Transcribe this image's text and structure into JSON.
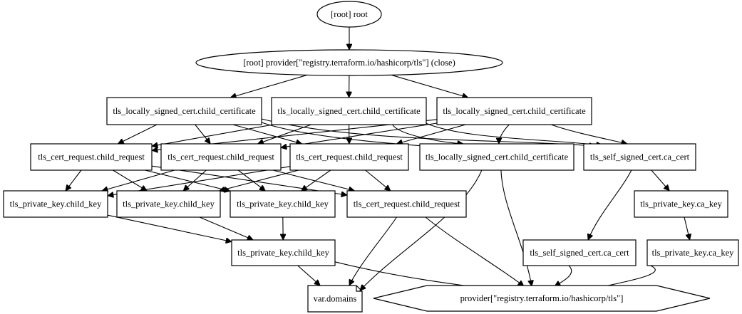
{
  "nodes": {
    "root": "[root] root",
    "provider_close": "[root] provider[\"registry.terraform.io/hashicorp/tls\"] (close)",
    "lsc1": "tls_locally_signed_cert.child_certificate",
    "lsc2": "tls_locally_signed_cert.child_certificate",
    "lsc3": "tls_locally_signed_cert.child_certificate",
    "cr1": "tls_cert_request.child_request",
    "cr2": "tls_cert_request.child_request",
    "cr3": "tls_cert_request.child_request",
    "lsc4": "tls_locally_signed_cert.child_certificate",
    "ca_cert": "tls_self_signed_cert.ca_cert",
    "pk1": "tls_private_key.child_key",
    "pk2": "tls_private_key.child_key",
    "pk3": "tls_private_key.child_key",
    "cr4": "tls_cert_request.child_request",
    "ca_key": "tls_private_key.ca_key",
    "pk4": "tls_private_key.child_key",
    "ca_cert2": "tls_self_signed_cert.ca_cert",
    "ca_key2": "tls_private_key.ca_key",
    "var_domains": "var.domains",
    "provider": "provider[\"registry.terraform.io/hashicorp/tls\"]"
  },
  "edges": [
    [
      "root",
      "provider_close"
    ],
    [
      "provider_close",
      "lsc1"
    ],
    [
      "provider_close",
      "lsc2"
    ],
    [
      "provider_close",
      "lsc3"
    ],
    [
      "lsc1",
      "cr1"
    ],
    [
      "lsc1",
      "cr2"
    ],
    [
      "lsc1",
      "cr3"
    ],
    [
      "lsc1",
      "lsc4"
    ],
    [
      "lsc1",
      "ca_cert"
    ],
    [
      "lsc2",
      "cr1"
    ],
    [
      "lsc2",
      "cr2"
    ],
    [
      "lsc2",
      "cr3"
    ],
    [
      "lsc2",
      "lsc4"
    ],
    [
      "lsc2",
      "ca_cert"
    ],
    [
      "lsc3",
      "cr1"
    ],
    [
      "lsc3",
      "cr2"
    ],
    [
      "lsc3",
      "cr3"
    ],
    [
      "lsc3",
      "lsc4"
    ],
    [
      "lsc3",
      "ca_cert"
    ],
    [
      "cr1",
      "pk1"
    ],
    [
      "cr1",
      "pk2"
    ],
    [
      "cr1",
      "pk3"
    ],
    [
      "cr1",
      "cr4"
    ],
    [
      "cr2",
      "pk1"
    ],
    [
      "cr2",
      "pk2"
    ],
    [
      "cr2",
      "pk3"
    ],
    [
      "cr2",
      "cr4"
    ],
    [
      "cr3",
      "pk1"
    ],
    [
      "cr3",
      "pk2"
    ],
    [
      "cr3",
      "pk3"
    ],
    [
      "cr3",
      "cr4"
    ],
    [
      "lsc4",
      "var_domains"
    ],
    [
      "lsc4",
      "provider"
    ],
    [
      "ca_cert",
      "ca_cert2"
    ],
    [
      "ca_cert",
      "ca_key"
    ],
    [
      "pk1",
      "pk4"
    ],
    [
      "pk2",
      "pk4"
    ],
    [
      "pk3",
      "pk4"
    ],
    [
      "cr4",
      "var_domains"
    ],
    [
      "cr4",
      "provider"
    ],
    [
      "ca_key",
      "ca_key2"
    ],
    [
      "pk4",
      "var_domains"
    ],
    [
      "pk4",
      "provider"
    ],
    [
      "ca_cert2",
      "provider"
    ],
    [
      "ca_key2",
      "provider"
    ]
  ]
}
